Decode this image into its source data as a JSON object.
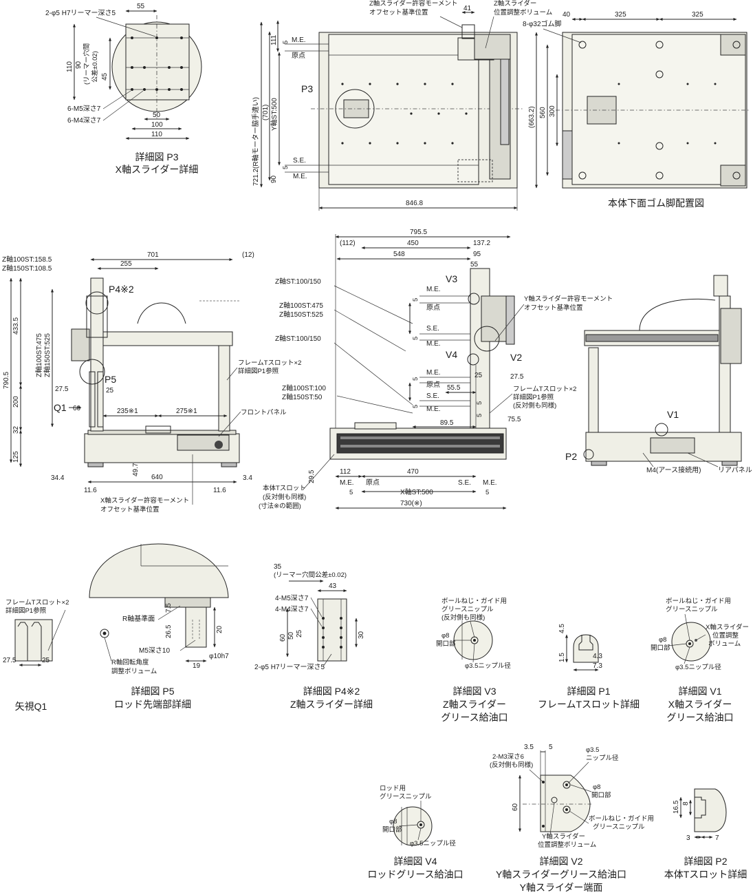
{
  "captions": {
    "p3": [
      "詳細図 P3",
      "X軸スライダー詳細"
    ],
    "rubber_feet": [
      "本体下面ゴム脚配置図"
    ],
    "q1": [
      "矢視Q1"
    ],
    "p5": [
      "詳細図 P5",
      "ロッド先端部詳細"
    ],
    "p4": [
      "詳細図 P4※2",
      "Z軸スライダー詳細"
    ],
    "v3": [
      "詳細図 V3",
      "Z軸スライダー",
      "グリース給油口"
    ],
    "p1": [
      "詳細図 P1",
      "フレームTスロット詳細"
    ],
    "v1": [
      "詳細図 V1",
      "X軸スライダー",
      "グリース給油口"
    ],
    "v4": [
      "詳細図 V4",
      "ロッドグリース給油口"
    ],
    "v2": [
      "詳細図 V2",
      "Y軸スライダーグリース給油口",
      "Y軸スライダー端面"
    ],
    "p2": [
      "詳細図 P2",
      "本体Tスロット詳細"
    ]
  },
  "p3_detail": {
    "labels": [
      "2-φ5 H7リーマー深さ5",
      "6-M5深さ7",
      "6-M4深さ7",
      "(リーマー穴間",
      "公差±0.02)"
    ],
    "dims": [
      "55",
      "110",
      "90",
      "45",
      "50",
      "100",
      "110"
    ]
  },
  "top_view": {
    "labels": [
      "Z軸スライダー許容モーメント",
      "オフセット基準位置",
      "Z軸スライダー",
      "位置調整ボリューム",
      "M.E.",
      "原点",
      "S.E.",
      "M.E.",
      "P3"
    ],
    "dims": [
      "41",
      "111",
      "5",
      "721.2(R軸モーター脇手違い)",
      "(701)",
      "Y軸ST:500",
      "5",
      "90",
      "846.8"
    ]
  },
  "bottom_view": {
    "labels": [
      "8-φ32ゴム脚"
    ],
    "dims": [
      "40",
      "325",
      "325",
      "(663.2)",
      "560",
      "300"
    ]
  },
  "front_view": {
    "labels": [
      "Z軸100ST:158.5",
      "Z軸150ST:108.5",
      "P4※2",
      "P5",
      "Q1",
      "フレームTスロット×2",
      "詳細図P1参照",
      "フロントパネル",
      "X軸スライダー許容モーメント",
      "オフセット基準位置"
    ],
    "dims": [
      "701",
      "(12)",
      "255",
      "433.5",
      "790.5",
      "Z軸100ST:475",
      "Z軸150ST:525",
      "27.5",
      "25",
      "200",
      "60",
      "235※1",
      "275※1",
      "32",
      "125",
      "49.7",
      "640",
      "34.4",
      "11.6",
      "11.6",
      "3.4"
    ]
  },
  "side_view": {
    "labels": [
      "Z軸ST:100/150",
      "Z軸100ST:475",
      "Z軸150ST:525",
      "Z軸ST:100/150",
      "Z軸100ST:100",
      "Z軸150ST:50",
      "V3",
      "V4",
      "V2",
      "M.E.",
      "原点",
      "S.E.",
      "M.E.",
      "M.E.",
      "原点",
      "S.E.",
      "M.E.",
      "Y軸スライダー許容モーメント",
      "オフセット基準位置",
      "フレームTスロット×2",
      "詳細図P1参照",
      "(反対側も同様)",
      "本体Tスロット",
      "(反対側も同様)",
      "(寸法※の範囲)",
      "M.E.",
      "原点",
      "S.E.",
      "M.E.",
      "X軸ST:500"
    ],
    "dims": [
      "795.5",
      "(112)",
      "450",
      "137.2",
      "548",
      "95",
      "55",
      "5",
      "5",
      "5",
      "5",
      "25",
      "27.5",
      "55.5",
      "5",
      "5",
      "89.5",
      "75.5",
      "29.5",
      "112",
      "470",
      "5",
      "5",
      "730(※)"
    ]
  },
  "rear_view": {
    "labels": [
      "V1",
      "P2",
      "M4(アース接続用)",
      "リアパネル"
    ]
  },
  "p5_detail": {
    "labels": [
      "R軸基準面",
      "M5深さ10",
      "R軸回転角度",
      "調整ボリューム"
    ],
    "dims": [
      "7.5",
      "26.5",
      "20",
      "φ10h7",
      "19"
    ]
  },
  "q1_detail": {
    "labels": [
      "フレームTスロット×2",
      "詳細図P1参照"
    ],
    "dims": [
      "27.5",
      "25"
    ]
  },
  "p4_detail": {
    "labels": [
      "(リーマー穴間公差±0.02)",
      "4-M5深さ7",
      "4-M4深さ7",
      "2-φ5 H7リーマー深さ5"
    ],
    "dims": [
      "35",
      "43",
      "60",
      "50",
      "25",
      "30"
    ]
  },
  "v3_detail": {
    "labels": [
      "ボールねじ・ガイド用",
      "グリースニップル",
      "(反対側も同様)",
      "φ8",
      "開口部",
      "φ3.5ニップル径"
    ]
  },
  "p1_detail": {
    "dims": [
      "4.5",
      "1.5",
      "4.3",
      "7.3"
    ]
  },
  "v1_detail": {
    "labels": [
      "ボールねじ・ガイド用",
      "グリースニップル",
      "φ8",
      "開口部",
      "X軸スライダー",
      "位置調整",
      "ボリューム",
      "φ3.5ニップル径"
    ]
  },
  "v4_detail": {
    "labels": [
      "ロッド用",
      "グリースニップル",
      "φ8",
      "開口部",
      "φ3.5ニップル径"
    ]
  },
  "v2_detail": {
    "labels": [
      "2-M3深さ6",
      "(反対側も同様)",
      "φ3.5",
      "ニップル径",
      "φ8",
      "開口部",
      "ボールねじ・ガイド用",
      "グリースニップル",
      "Y軸スライダー",
      "位置調整ボリューム"
    ],
    "dims": [
      "3.5",
      "5",
      "60"
    ]
  },
  "p2_detail": {
    "dims": [
      "16.5",
      "8",
      "3",
      "7"
    ]
  }
}
